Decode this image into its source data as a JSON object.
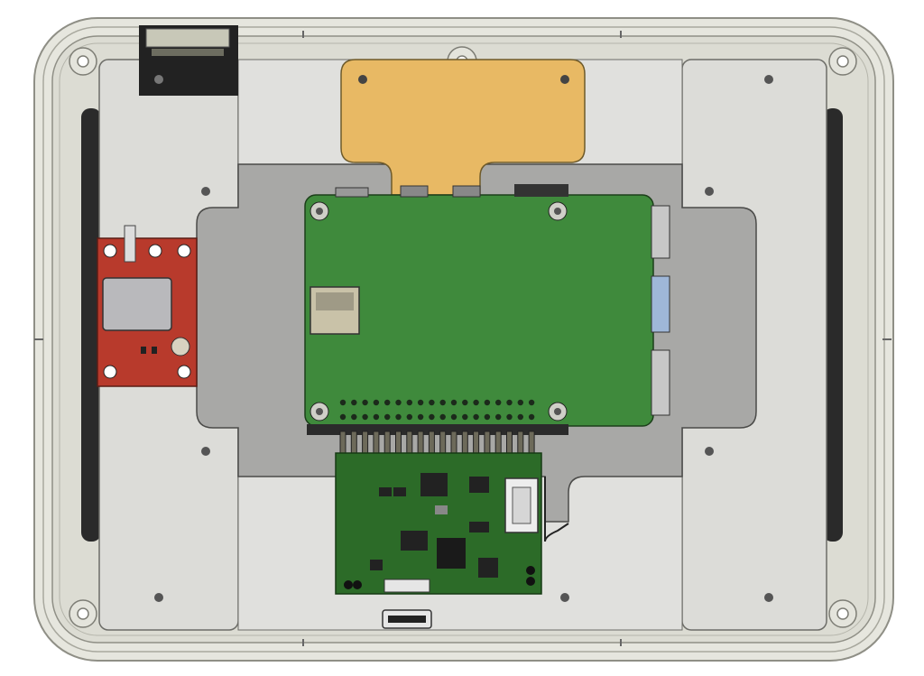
{
  "view": {
    "subject": "",
    "colors": {
      "enclosure": "#dcdcd3",
      "enclosure_edge": "#8f8f86",
      "mount_plate": "#cfcfcc",
      "carrier_plate": "#a8a8a6",
      "gold_bracket": "#e8b964",
      "green_pcb": "#3f8a3c",
      "dark_green_pcb": "#2c6b28",
      "red_pcb": "#b83a2c",
      "slot": "#2a2a2a"
    },
    "parts": [
      {
        "id": "enclosure",
        "name": "enclosure-shell"
      },
      {
        "id": "left-plate",
        "name": "left-mount-plate"
      },
      {
        "id": "right-plate",
        "name": "right-mount-plate"
      },
      {
        "id": "carrier",
        "name": "carrier-plate"
      },
      {
        "id": "bracket",
        "name": "gold-bracket"
      },
      {
        "id": "main-board",
        "name": "main-pcb"
      },
      {
        "id": "red-board",
        "name": "red-sensor-module"
      },
      {
        "id": "hat-board",
        "name": "hat-pcb"
      },
      {
        "id": "sd-card",
        "name": "sd-card-slot"
      },
      {
        "id": "usb-ports",
        "name": "usb-port-stack"
      },
      {
        "id": "pin-header",
        "name": "gpio-pin-header"
      },
      {
        "id": "connector",
        "name": "jst-connector"
      },
      {
        "id": "ffc",
        "name": "ffc-connector"
      },
      {
        "id": "top-clip",
        "name": "top-clip-bracket"
      }
    ]
  }
}
